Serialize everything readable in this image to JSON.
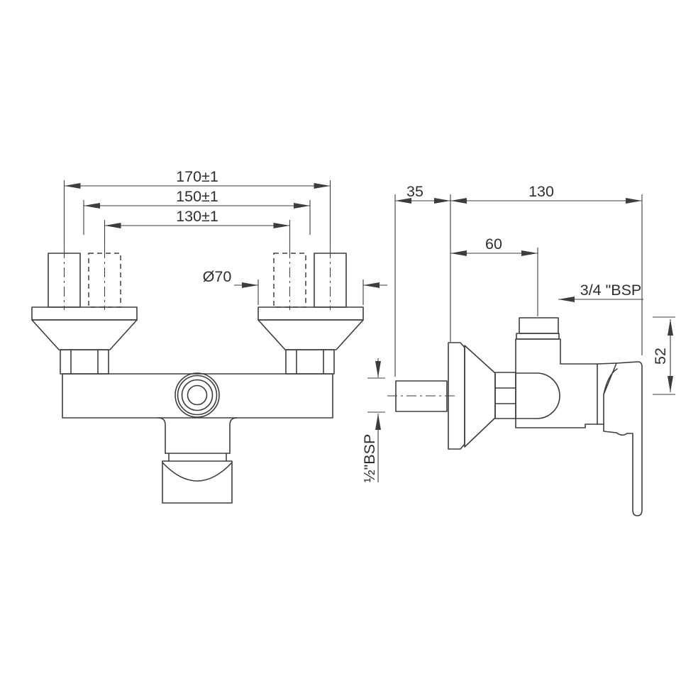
{
  "front_view": {
    "dim_170": "170±1",
    "dim_150": "150±1",
    "dim_130": "130±1",
    "dia_70": "Ø70"
  },
  "side_view": {
    "dim_35": "35",
    "dim_130": "130",
    "dim_60": "60",
    "bsp_34": "3/4 \"BSP",
    "dim_52": "52",
    "bsp_12": "½\"BSP"
  },
  "colors": {
    "line": "#3d3d3d",
    "text": "#2f2f2f",
    "background": "#ffffff"
  }
}
